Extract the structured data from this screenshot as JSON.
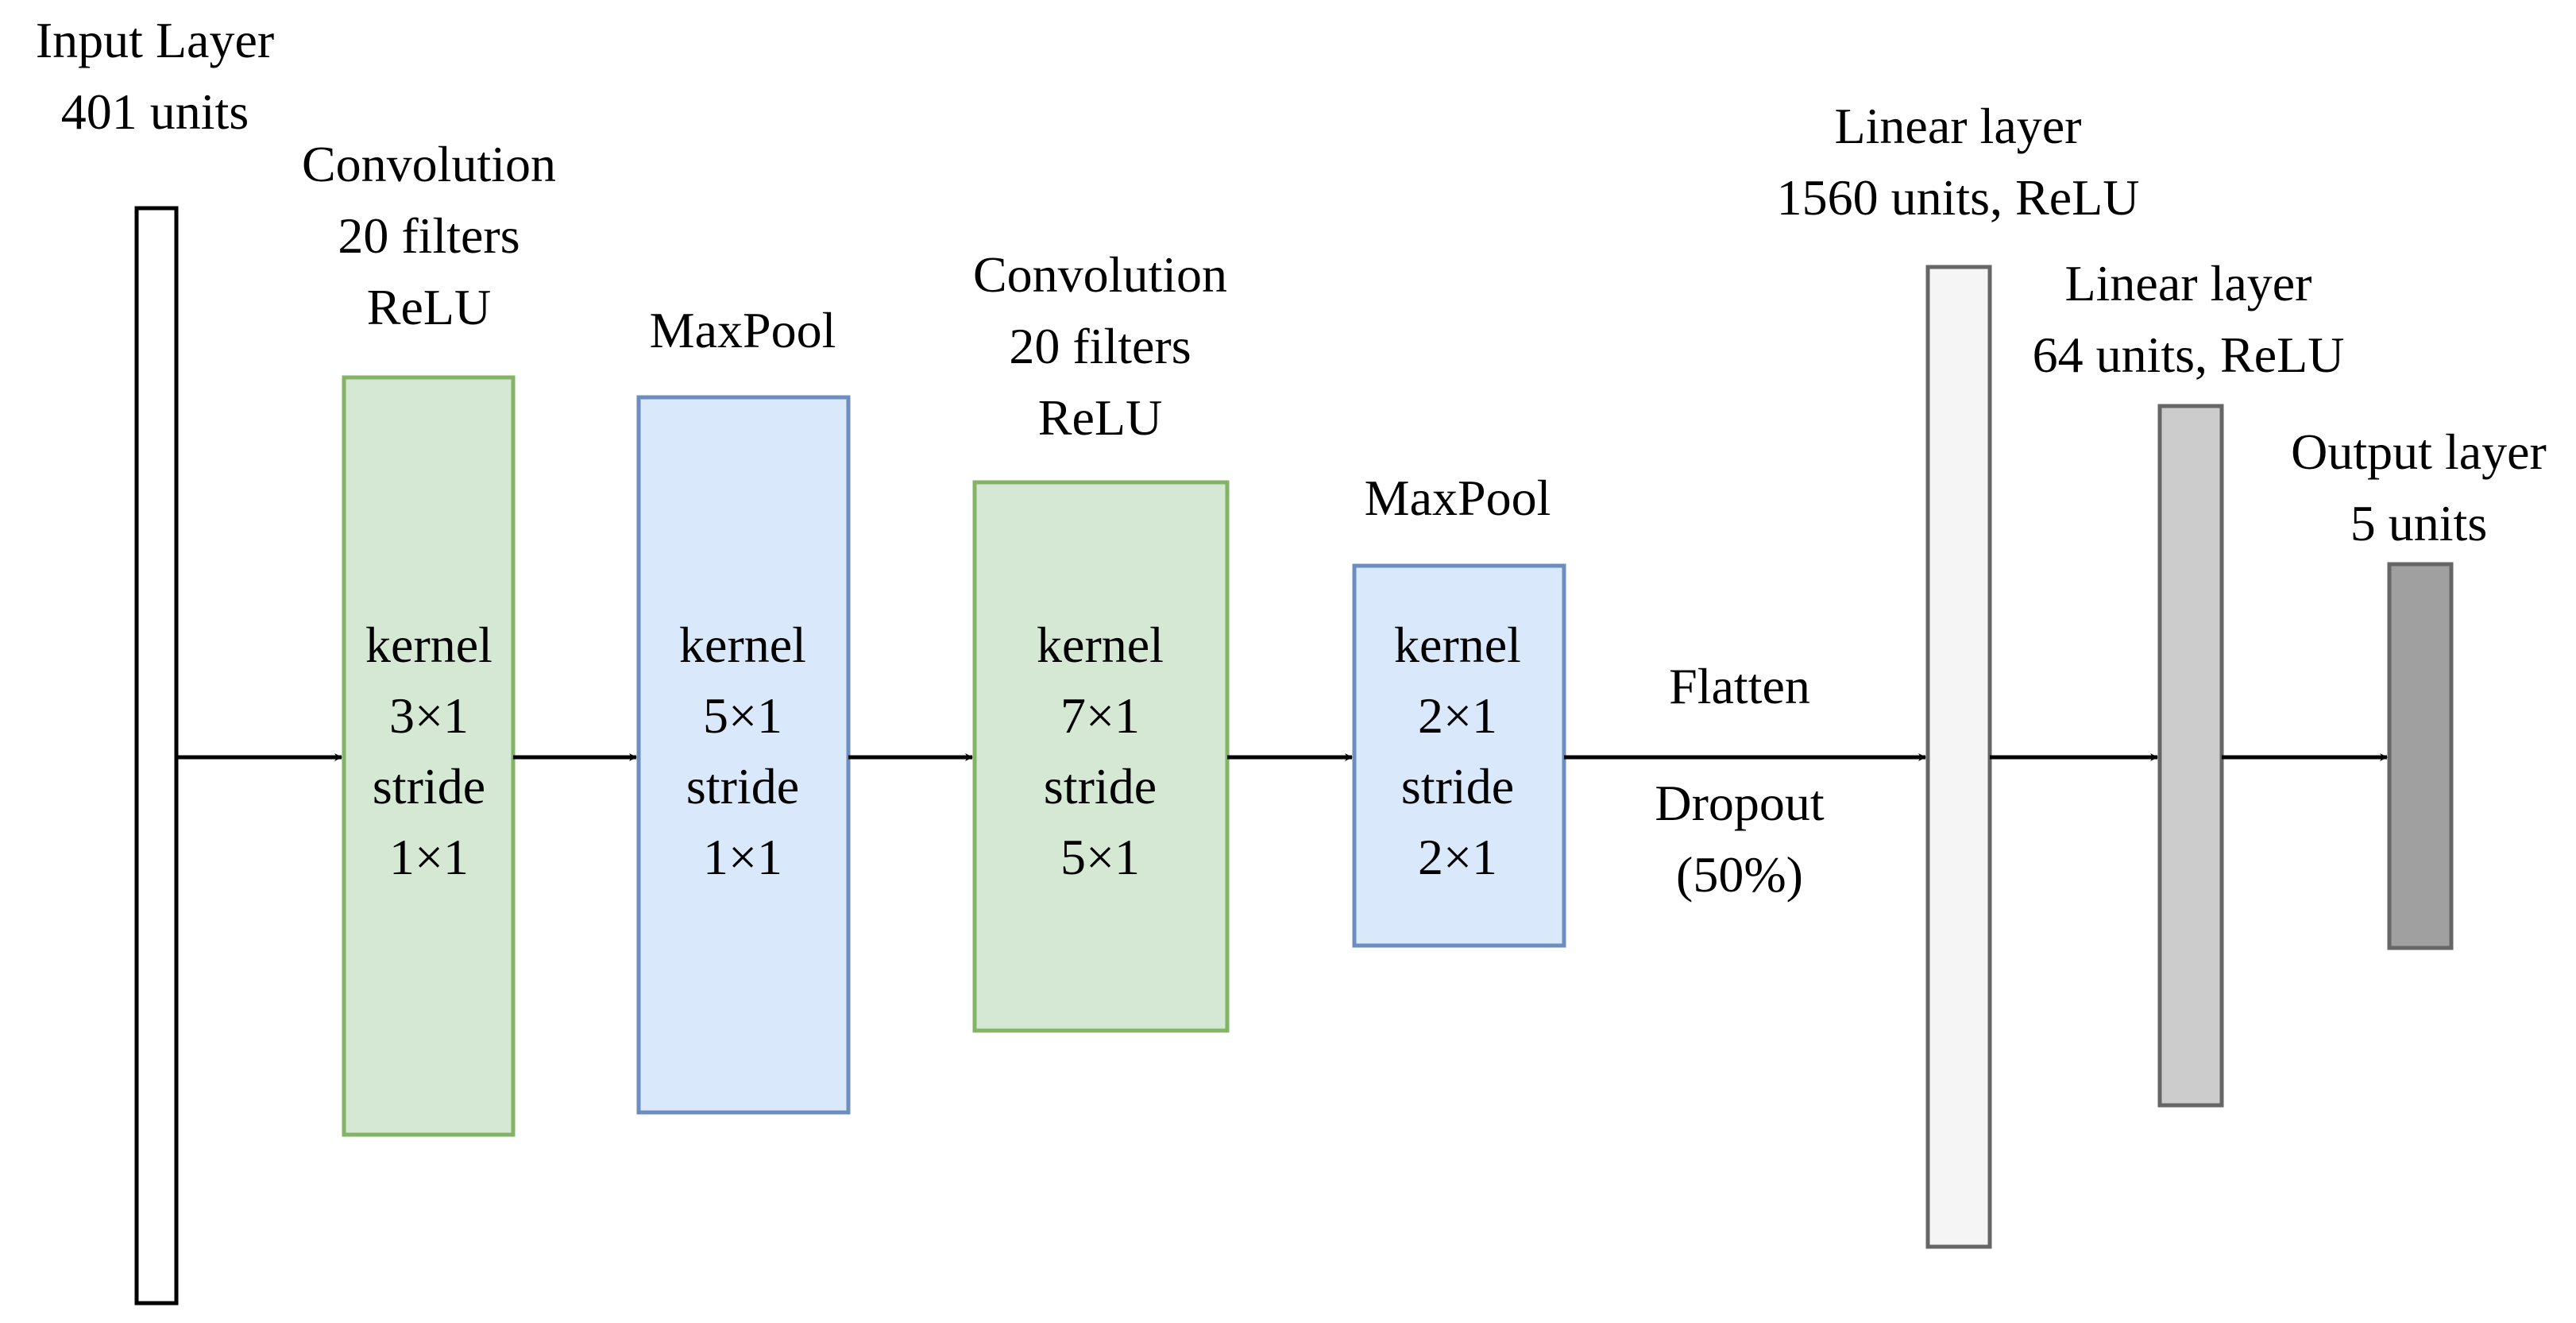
{
  "colors": {
    "conv_fill": "#d5e8d4",
    "conv_stroke": "#82b366",
    "pool_fill": "#dae8fc",
    "pool_stroke": "#6c8ebf",
    "input_fill": "#ffffff",
    "input_stroke": "#000000",
    "linear1_fill": "#f5f5f5",
    "linear2_fill": "#cccccc",
    "output_fill": "#a0a0a0",
    "dense_stroke": "#666666",
    "arrow": "#000000"
  },
  "layers": {
    "input": {
      "label_line1": "Input Layer",
      "label_line2": "401 units"
    },
    "conv1": {
      "label_line1": "Convolution",
      "label_line2": "20 filters",
      "label_line3": "ReLU",
      "body_line1": "kernel",
      "body_line2": "3×1",
      "body_line3": "stride",
      "body_line4": "1×1"
    },
    "pool1": {
      "label_line1": "MaxPool",
      "body_line1": "kernel",
      "body_line2": "5×1",
      "body_line3": "stride",
      "body_line4": "1×1"
    },
    "conv2": {
      "label_line1": "Convolution",
      "label_line2": "20 filters",
      "label_line3": "ReLU",
      "body_line1": "kernel",
      "body_line2": "7×1",
      "body_line3": "stride",
      "body_line4": "5×1"
    },
    "pool2": {
      "label_line1": "MaxPool",
      "body_line1": "kernel",
      "body_line2": "2×1",
      "body_line3": "stride",
      "body_line4": "2×1"
    },
    "flatten": {
      "label_above": "Flatten",
      "label_below_line1": "Dropout",
      "label_below_line2": "(50%)"
    },
    "linear1": {
      "label_line1": "Linear layer",
      "label_line2": "1560 units, ReLU"
    },
    "linear2": {
      "label_line1": "Linear layer",
      "label_line2": "64 units, ReLU"
    },
    "output": {
      "label_line1": "Output layer",
      "label_line2": "5 units"
    }
  }
}
